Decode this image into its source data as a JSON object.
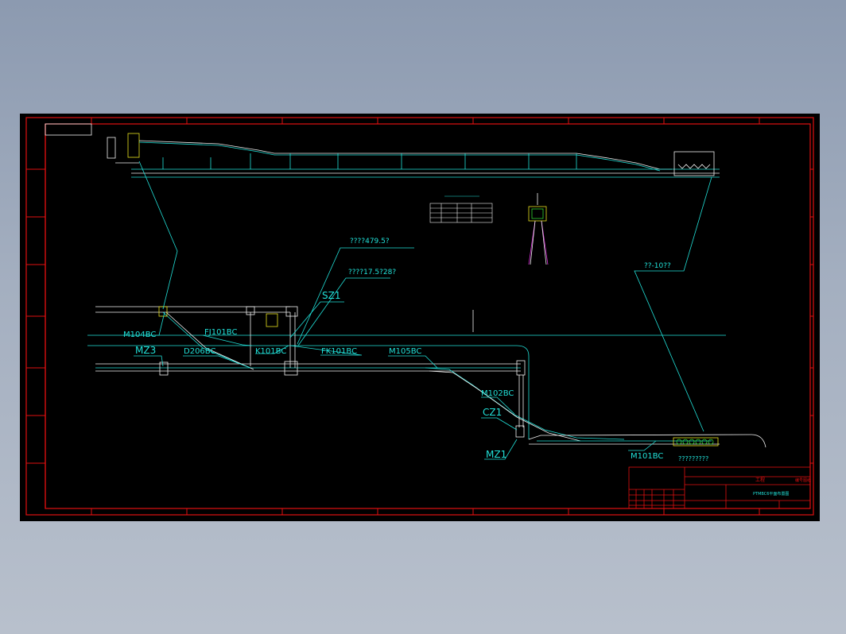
{
  "drawing": {
    "colors": {
      "background": "#000000",
      "border": "#e01010",
      "line_cyan": "#21e0d8",
      "line_white": "#f0f0f0",
      "line_yellow": "#e8e020",
      "line_green": "#30d030",
      "line_magenta": "#e030e0",
      "desktop_top": "#8c9ab0",
      "desktop_bottom": "#b8c0cc"
    },
    "labels": {
      "angle1": "????479.5?",
      "angle2": "????17.5?28?",
      "sz1": "SZ1",
      "m104bc": "M104BC",
      "fj101bc": "FJ101BC",
      "mz3": "MZ3",
      "d206bc": "D206BC",
      "k101bc": "K101BC",
      "fk101bc": "FK101BC",
      "m105bc": "M105BC",
      "m102bc": "M102BC",
      "cz1": "CZ1",
      "mz1": "MZ1",
      "m101bc": "M101BC",
      "station_note": "?????????",
      "slope_note": "??-10??"
    },
    "title_block": {
      "header_left": "工程",
      "header_right": "编号图纸",
      "title": "PTMBC6平面布置图"
    }
  }
}
